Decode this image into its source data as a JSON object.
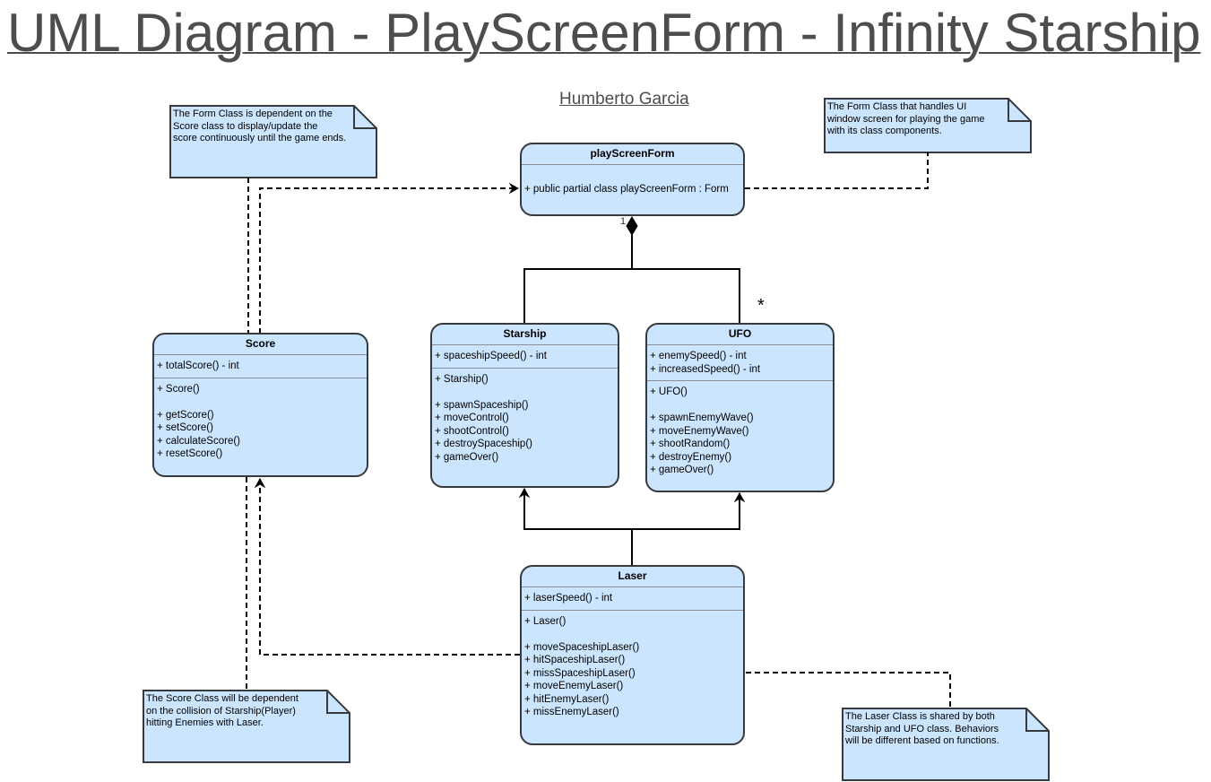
{
  "title": "UML Diagram - PlayScreenForm - Infinity Starship",
  "author": "Humberto Garcia",
  "classes": {
    "play_screen_form": {
      "name": "playScreenForm",
      "attributes": [
        "+ public partial class playScreenForm : Form"
      ]
    },
    "score": {
      "name": "Score",
      "attributes": [
        "+ totalScore() - int"
      ],
      "methods": [
        "+ Score()",
        "",
        "+ getScore()",
        "+ setScore()",
        "+ calculateScore()",
        "+ resetScore()"
      ]
    },
    "starship": {
      "name": "Starship",
      "attributes": [
        "+ spaceshipSpeed() - int"
      ],
      "methods": [
        "+ Starship()",
        "",
        "+ spawnSpaceship()",
        "+ moveControl()",
        "+ shootControl()",
        "+ destroySpaceship()",
        "+ gameOver()"
      ]
    },
    "ufo": {
      "name": "UFO",
      "attributes": [
        "+ enemySpeed() - int",
        "+ increasedSpeed() - int"
      ],
      "methods": [
        "+ UFO()",
        "",
        "+ spawnEnemyWave()",
        "+ moveEnemyWave()",
        "+ shootRandom()",
        "+ destroyEnemy()",
        "+ gameOver()"
      ]
    },
    "laser": {
      "name": "Laser",
      "attributes": [
        "+ laserSpeed() - int"
      ],
      "methods": [
        "+ Laser()",
        "",
        "+ moveSpaceshipLaser()",
        "+ hitSpaceshipLaser()",
        "+ missSpaceshipLaser()",
        "+ moveEnemyLaser()",
        "+ hitEnemyLaser()",
        "+ missEnemyLaser()"
      ]
    }
  },
  "notes": {
    "form_score": [
      "The Form Class is dependent on the",
      "Score class to display/update the",
      "score continuously until the game ends."
    ],
    "form_ui": [
      "The Form Class that handles UI",
      "window screen for playing the game",
      "with its class components."
    ],
    "score_collision": [
      "The Score Class will be dependent",
      "on the collision of Starship(Player)",
      "hitting Enemies with Laser."
    ],
    "laser_shared": [
      "The Laser Class is shared by both",
      "Starship and UFO class.  Behaviors",
      "will be different based on functions."
    ]
  },
  "multiplicity": {
    "one": "1",
    "many": "*"
  },
  "colors": {
    "fill": "#cce5ff",
    "stroke": "#36393d",
    "title": "#4d4d4d"
  }
}
